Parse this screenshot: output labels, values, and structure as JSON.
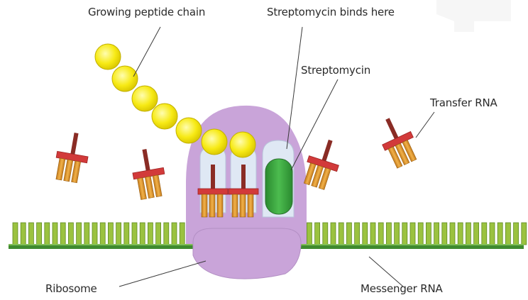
{
  "labels": {
    "growing_peptide_chain": "Growing peptide chain",
    "streptomycin_binds_here": "Streptomycin binds here",
    "streptomycin": "Streptomycin",
    "transfer_rna": "Transfer RNA",
    "ribosome": "Ribosome",
    "messenger_rna": "Messenger RNA"
  },
  "colors": {
    "ribosome": "#c9a4d9",
    "ribosome_pocket": "#dfe8f4",
    "peptide_bead": "#f6ec18",
    "trna_bar": "#d23a3a",
    "trna_stem": "#8a2c25",
    "trna_tooth": "#e8a030",
    "streptomycin": "#3aa33f",
    "mrna_strand": "#3f8a2f",
    "mrna_teeth": "#9bc23f"
  }
}
